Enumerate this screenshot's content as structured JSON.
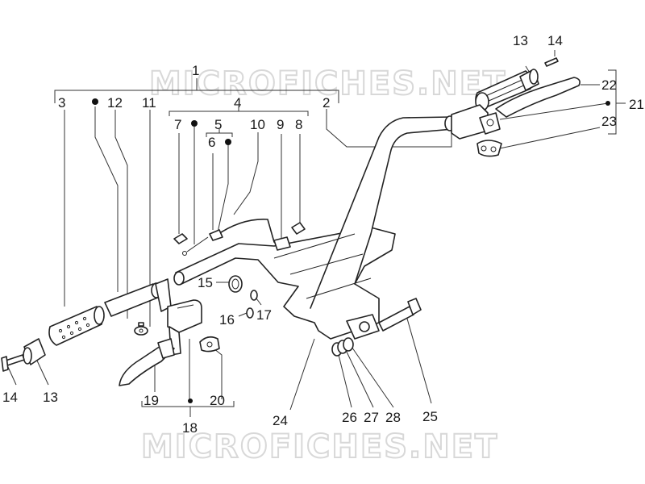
{
  "watermark": {
    "top": "MICROFICHES.NET",
    "bottom": "MICROFICHES.NET"
  },
  "callouts": [
    {
      "id": "c1",
      "label": "1"
    },
    {
      "id": "c2",
      "label": "2"
    },
    {
      "id": "c3",
      "label": "3"
    },
    {
      "id": "c4",
      "label": "4"
    },
    {
      "id": "c5",
      "label": "5"
    },
    {
      "id": "c6",
      "label": "6"
    },
    {
      "id": "c7",
      "label": "7"
    },
    {
      "id": "c8",
      "label": "8"
    },
    {
      "id": "c9",
      "label": "9"
    },
    {
      "id": "c10",
      "label": "10"
    },
    {
      "id": "c11",
      "label": "11"
    },
    {
      "id": "c12",
      "label": "12"
    },
    {
      "id": "c13a",
      "label": "13"
    },
    {
      "id": "c14a",
      "label": "14"
    },
    {
      "id": "c13b",
      "label": "13"
    },
    {
      "id": "c14b",
      "label": "14"
    },
    {
      "id": "c15",
      "label": "15"
    },
    {
      "id": "c16",
      "label": "16"
    },
    {
      "id": "c17",
      "label": "17"
    },
    {
      "id": "c18",
      "label": "18"
    },
    {
      "id": "c19",
      "label": "19"
    },
    {
      "id": "c20",
      "label": "20"
    },
    {
      "id": "c21",
      "label": "21"
    },
    {
      "id": "c22",
      "label": "22"
    },
    {
      "id": "c23",
      "label": "23"
    },
    {
      "id": "c24",
      "label": "24"
    },
    {
      "id": "c25",
      "label": "25"
    },
    {
      "id": "c26",
      "label": "26"
    },
    {
      "id": "c27",
      "label": "27"
    },
    {
      "id": "c28",
      "label": "28"
    }
  ]
}
